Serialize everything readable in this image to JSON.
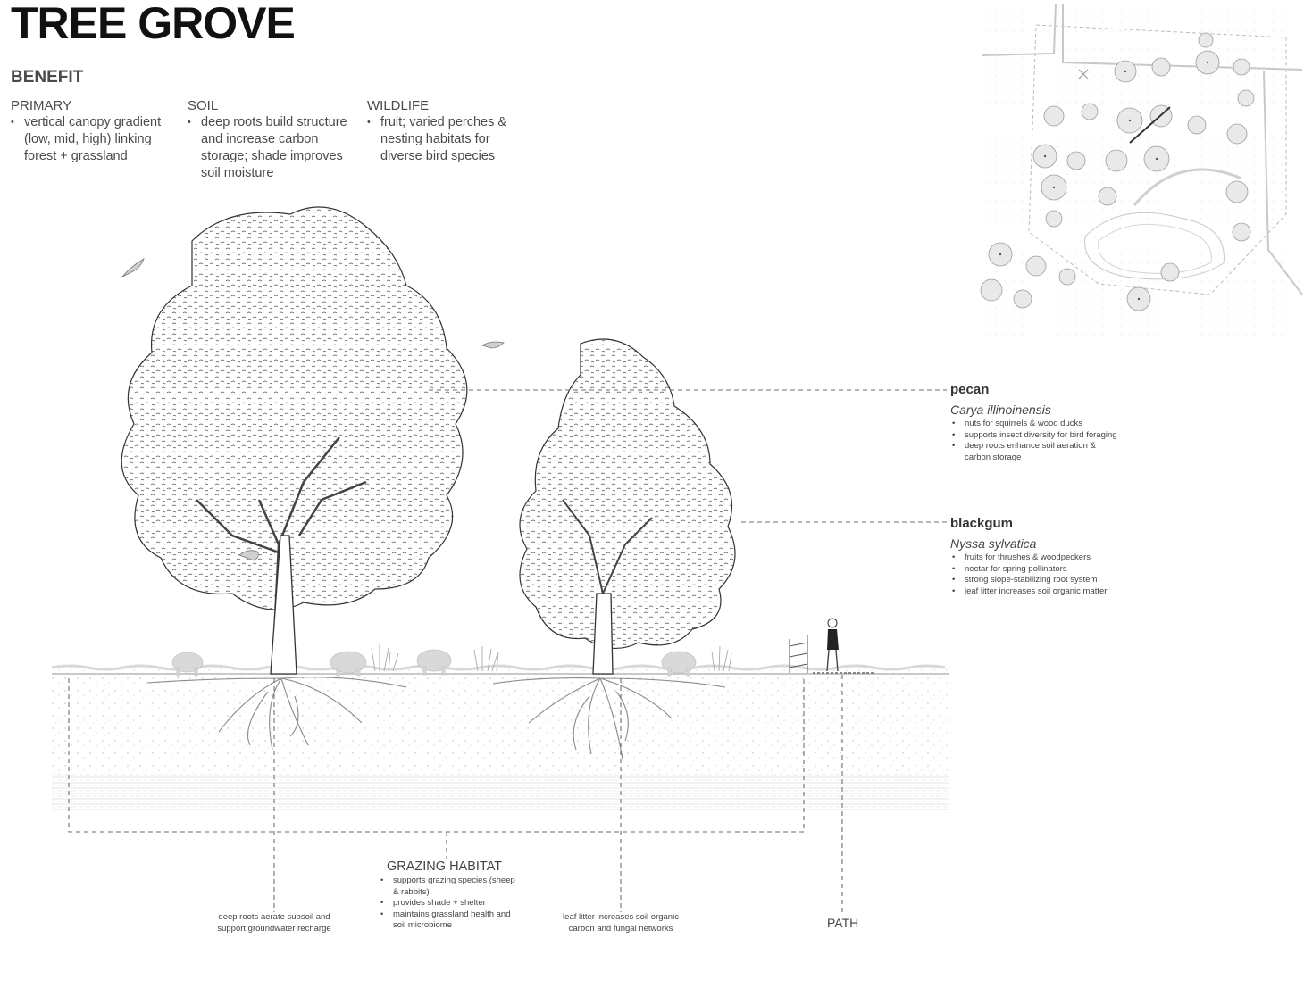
{
  "title": "TREE GROVE",
  "benefit_heading": "BENEFIT",
  "columns": [
    {
      "heading": "PRIMARY",
      "items": [
        "vertical canopy gradient (low, mid, high) linking forest + grassland"
      ]
    },
    {
      "heading": "SOIL",
      "items": [
        "deep roots build structure and increase carbon storage; shade improves soil moisture"
      ]
    },
    {
      "heading": "WILDLIFE",
      "items": [
        "fruit; varied perches & nesting habitats for diverse bird species"
      ]
    }
  ],
  "species": [
    {
      "name": "pecan",
      "latin": "Carya illinoinensis",
      "items": [
        "nuts for squirrels & wood ducks",
        "supports insect diversity for bird foraging",
        "deep roots enhance soil aeration & carbon storage"
      ]
    },
    {
      "name": "blackgum",
      "latin": "Nyssa sylvatica",
      "items": [
        "fruits for thrushes & woodpeckers",
        "nectar for spring pollinators",
        "strong slope-stabilizing root system",
        "leaf litter increases soil organic matter"
      ]
    }
  ],
  "grazing": {
    "title": "GRAZING HABITAT",
    "items": [
      "supports grazing species (sheep & rabbits)",
      "provides shade + shelter",
      "maintains grassland health and soil microbiome"
    ]
  },
  "notes": {
    "deep_roots": "deep roots aerate subsoil and support groundwater recharge",
    "leaf_litter": "leaf litter increases soil organic carbon and fungal networks",
    "path": "PATH"
  },
  "colors": {
    "ink": "#111111",
    "text": "#444444",
    "line": "#777777",
    "sheep": "#d6d6d6",
    "ground": "#e6e6e6"
  }
}
